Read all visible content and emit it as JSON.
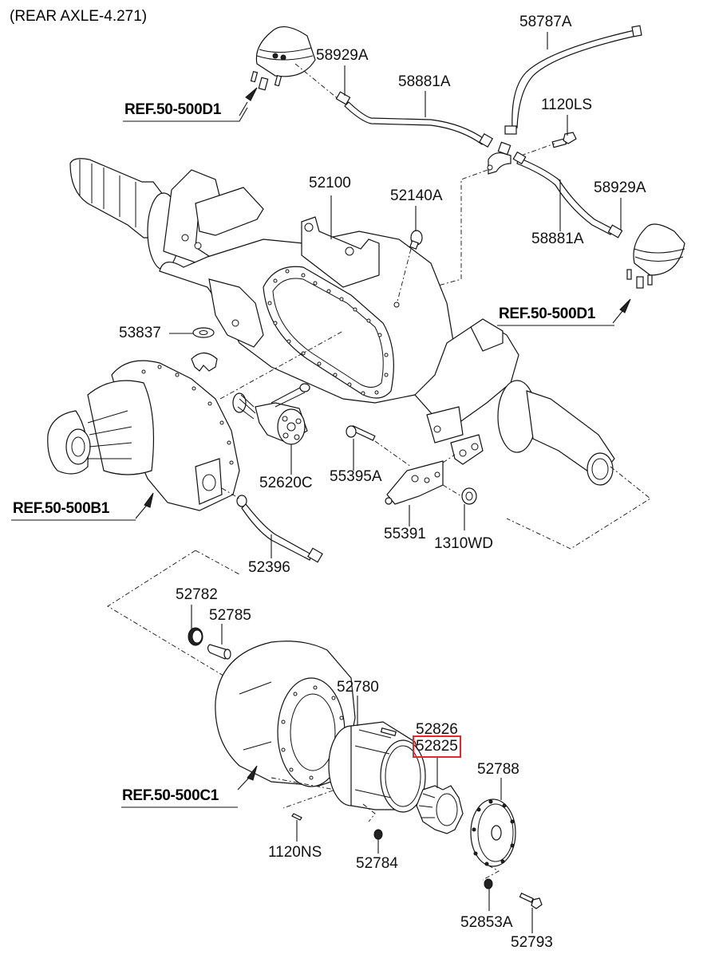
{
  "title": "(REAR AXLE-4.271)",
  "highlight_color": "#e8262b",
  "references": [
    {
      "id": "ref-d1-top",
      "text": "REF.50-500D1"
    },
    {
      "id": "ref-d1-right",
      "text": "REF.50-500D1"
    },
    {
      "id": "ref-b1",
      "text": "REF.50-500B1"
    },
    {
      "id": "ref-c1",
      "text": "REF.50-500C1"
    }
  ],
  "parts": [
    {
      "id": "58787A",
      "text": "58787A"
    },
    {
      "id": "58929A-left",
      "text": "58929A"
    },
    {
      "id": "58881A-left",
      "text": "58881A"
    },
    {
      "id": "1120LS",
      "text": "1120LS"
    },
    {
      "id": "58929A-right",
      "text": "58929A"
    },
    {
      "id": "58881A-right",
      "text": "58881A"
    },
    {
      "id": "52100",
      "text": "52100"
    },
    {
      "id": "52140A",
      "text": "52140A"
    },
    {
      "id": "53837",
      "text": "53837"
    },
    {
      "id": "52620C",
      "text": "52620C"
    },
    {
      "id": "55395A",
      "text": "55395A"
    },
    {
      "id": "55391",
      "text": "55391"
    },
    {
      "id": "1310WD",
      "text": "1310WD"
    },
    {
      "id": "52396",
      "text": "52396"
    },
    {
      "id": "52782",
      "text": "52782"
    },
    {
      "id": "52785",
      "text": "52785"
    },
    {
      "id": "52780",
      "text": "52780"
    },
    {
      "id": "52826",
      "text": "52826"
    },
    {
      "id": "52825",
      "text": "52825",
      "highlighted": true
    },
    {
      "id": "52788",
      "text": "52788"
    },
    {
      "id": "1120NS",
      "text": "1120NS"
    },
    {
      "id": "52784",
      "text": "52784"
    },
    {
      "id": "52853A",
      "text": "52853A"
    },
    {
      "id": "52793",
      "text": "52793"
    }
  ]
}
